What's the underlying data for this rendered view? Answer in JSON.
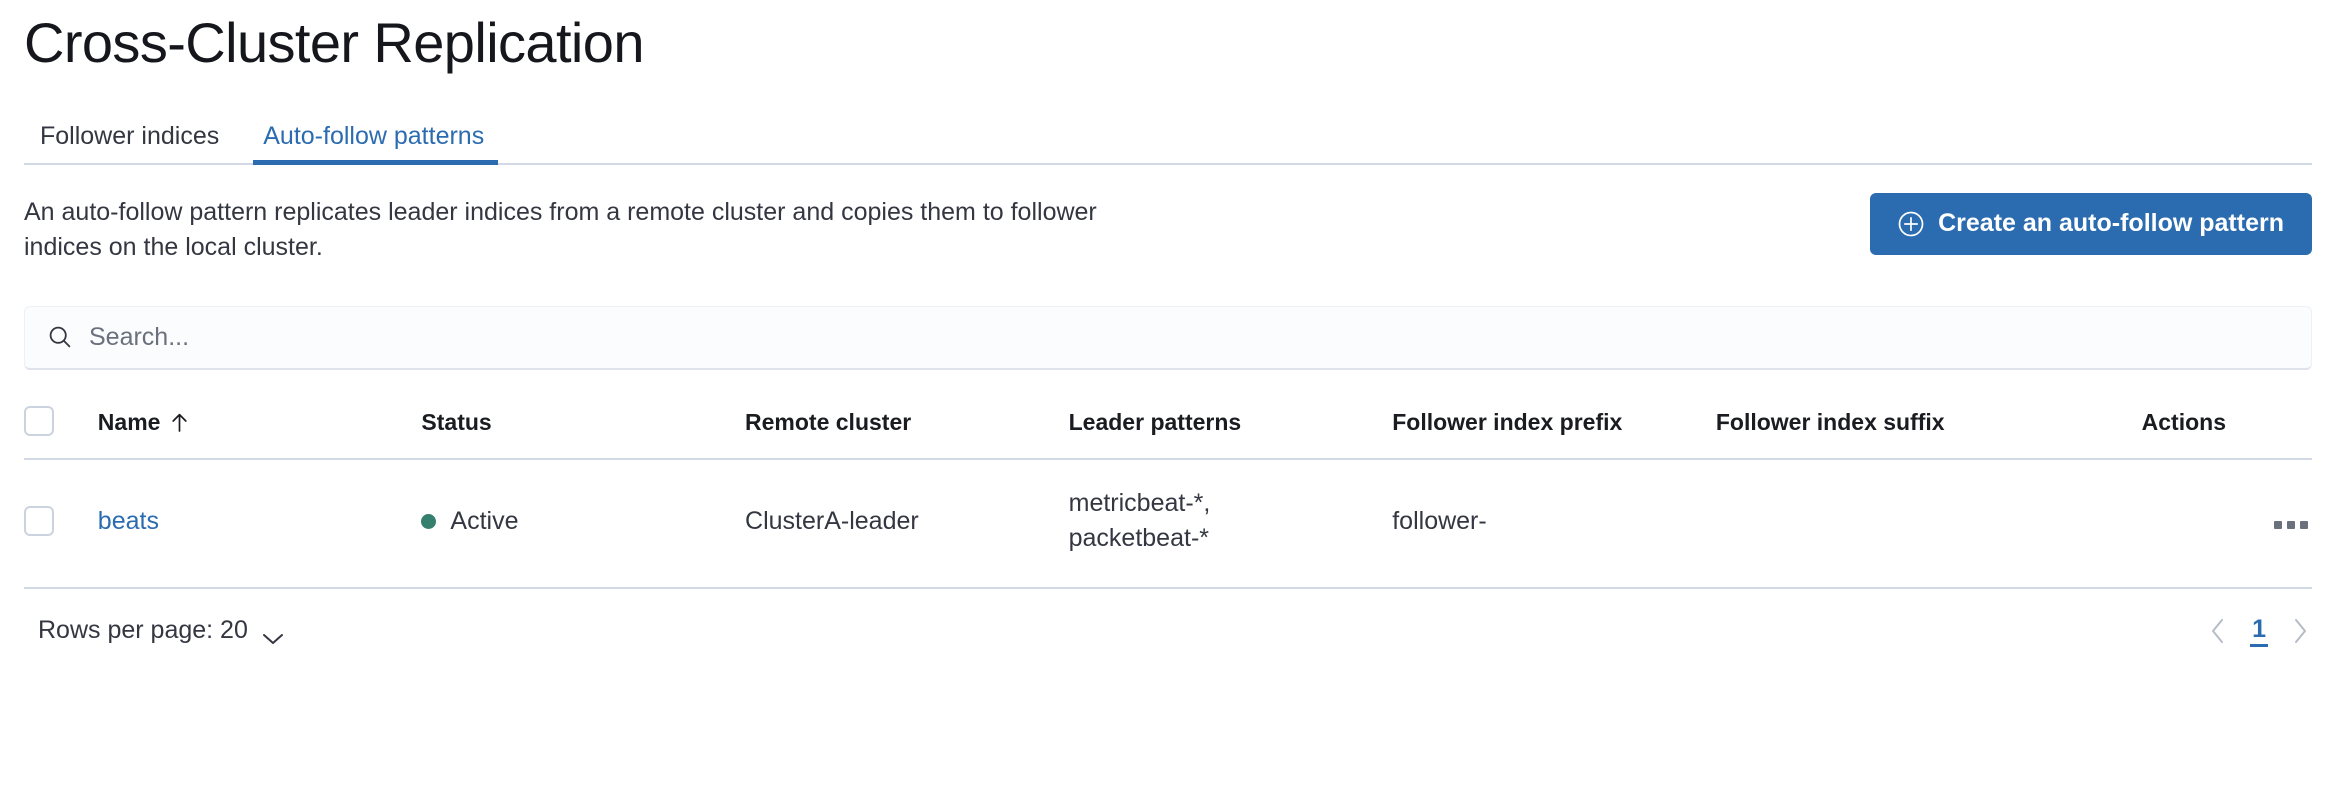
{
  "page": {
    "title": "Cross-Cluster Replication"
  },
  "tabs": [
    {
      "label": "Follower indices",
      "active": false
    },
    {
      "label": "Auto-follow patterns",
      "active": true
    }
  ],
  "description": {
    "text": "An auto-follow pattern replicates leader indices from a remote cluster and copies them to follower indices on the local cluster."
  },
  "actions": {
    "create_label": "Create an auto-follow pattern",
    "create_icon": "plus-in-circle-icon"
  },
  "search": {
    "value": "",
    "placeholder": "Search...",
    "icon": "search-icon"
  },
  "table": {
    "columns": [
      {
        "key": "name",
        "label": "Name",
        "sorted": "asc",
        "sort_icon": "arrow-up-icon"
      },
      {
        "key": "status",
        "label": "Status"
      },
      {
        "key": "remote_cluster",
        "label": "Remote cluster"
      },
      {
        "key": "leader_patterns",
        "label": "Leader patterns"
      },
      {
        "key": "follower_index_prefix",
        "label": "Follower index prefix"
      },
      {
        "key": "follower_index_suffix",
        "label": "Follower index suffix"
      },
      {
        "key": "actions",
        "label": "Actions"
      }
    ],
    "rows": [
      {
        "selected": false,
        "name": "beats",
        "status": "Active",
        "status_color": "#357f6f",
        "remote_cluster": "ClusterA-leader",
        "leader_patterns": "metricbeat-*,\npacketbeat-*",
        "follower_index_prefix": "follower-",
        "follower_index_suffix": "",
        "actions_icon": "overflow-menu-icon"
      }
    ]
  },
  "footer": {
    "rows_per_page_label": "Rows per page: 20",
    "rows_per_page_icon": "chevron-down-icon",
    "prev_icon": "chevron-left-icon",
    "next_icon": "chevron-right-icon",
    "current_page": "1"
  },
  "colors": {
    "accent_blue": "#2b6cb0",
    "status_green": "#357f6f",
    "border": "#d3dae6",
    "text": "#343741"
  }
}
